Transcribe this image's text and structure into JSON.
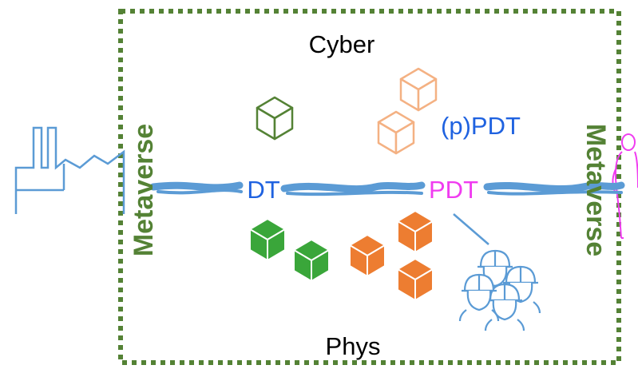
{
  "labels": {
    "cyber": "Cyber",
    "phys": "Phys",
    "dt": "DT",
    "pdt": "PDT",
    "ppdt": "(p)PDT",
    "metaverse_left": "Metaverse",
    "metaverse_right": "Metaverse"
  },
  "colors": {
    "frame": "#548235",
    "blue_text": "#1f62e0",
    "magenta": "#f03cf0",
    "stroke_blue": "#5b9bd5",
    "green_fill": "#3aa63a",
    "green_outline": "#548235",
    "orange_fill": "#ed7d31",
    "orange_outline": "#f4b183"
  },
  "icons": {
    "factory": "factory-icon",
    "person": "person-silhouette-icon",
    "worker": "hardhat-worker-icon",
    "cube": "cube-icon"
  }
}
